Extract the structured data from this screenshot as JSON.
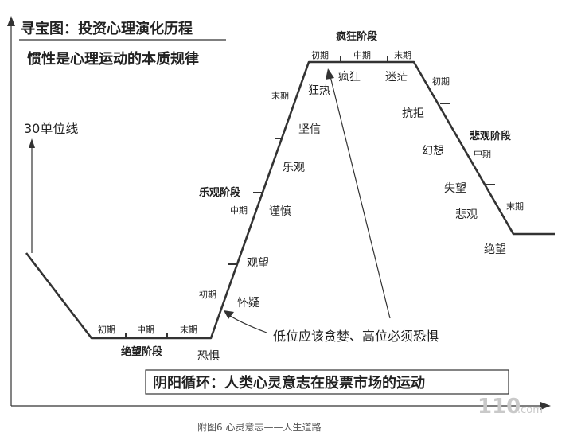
{
  "title": "寻宝图：投资心理演化历程",
  "subtitle": "惯性是心理运动的本质规律",
  "units_label": "30单位线",
  "bottom_banner": "阴阳循环：人类心灵意志在股票市场的运动",
  "caption": "附图6   心灵意志——人生道路",
  "annotation": "低位应该贪婪、高位必须恐惧",
  "watermark": {
    "text": "110",
    "suffix": ".com"
  },
  "ticks": {
    "early": "初期",
    "middle": "中期",
    "late": "末期"
  },
  "phases": {
    "despair": "绝望阶段",
    "optimism": "乐观阶段",
    "mania": "疯狂阶段",
    "pessimism": "悲观阶段"
  },
  "emotions": {
    "fear": "恐惧",
    "doubt": "怀疑",
    "watch": "观望",
    "caution": "谨慎",
    "joy": "乐观",
    "belief": "坚信",
    "fanatic": "狂热",
    "crazy": "疯狂",
    "confused": "迷茫",
    "resist": "抗拒",
    "illusion": "幻想",
    "disappointed": "失望",
    "pessimistic": "悲观",
    "hopeless": "绝望"
  }
}
